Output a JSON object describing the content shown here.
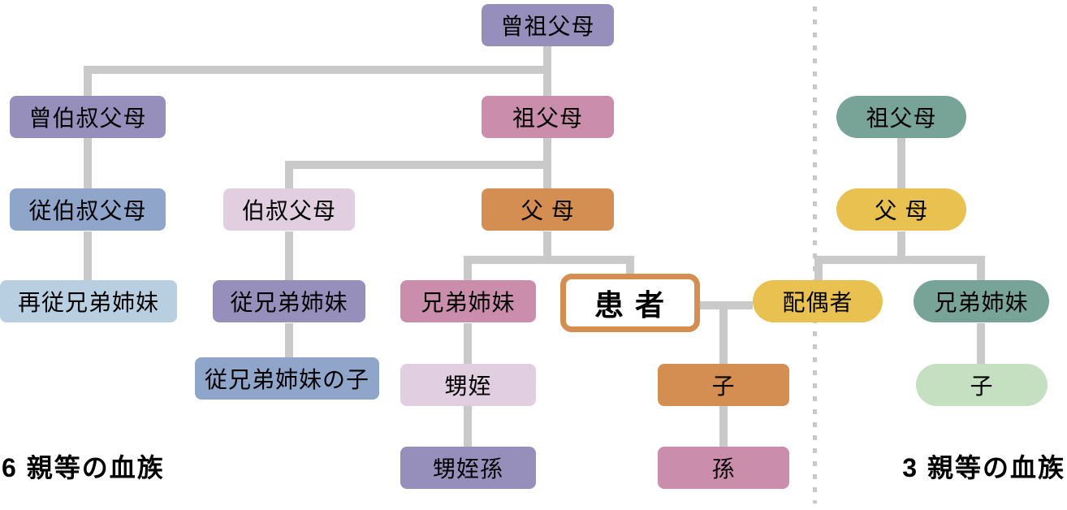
{
  "diagram": {
    "section_labels": {
      "left": "6 親等の血族",
      "right": "3 親等の血族"
    },
    "nodes": {
      "great_grandparents": {
        "label": "曾祖父母"
      },
      "great_granduncles_grandaunts": {
        "label": "曾伯叔父母"
      },
      "grandparents": {
        "label": "祖父母"
      },
      "parents_cousins": {
        "label": "従伯叔父母"
      },
      "uncles_aunts": {
        "label": "伯叔父母"
      },
      "parents": {
        "label": "父 母"
      },
      "second_cousins": {
        "label": "再従兄弟姉妹"
      },
      "cousins": {
        "label": "従兄弟姉妹"
      },
      "siblings": {
        "label": "兄弟姉妹"
      },
      "patient": {
        "label": "患 者"
      },
      "spouse": {
        "label": "配偶者"
      },
      "spouse_siblings": {
        "label": "兄弟姉妹"
      },
      "cousins_children": {
        "label": "従兄弟姉妹の子"
      },
      "nephews_nieces": {
        "label": "甥姪"
      },
      "children": {
        "label": "子"
      },
      "spouse_siblings_children": {
        "label": "子"
      },
      "grandnephews_grandnieces": {
        "label": "甥姪孫"
      },
      "grandchildren": {
        "label": "孫"
      },
      "spouse_grandparents": {
        "label": "祖父母"
      },
      "spouse_parents": {
        "label": "父 母"
      }
    },
    "colors": {
      "purple": "#968fbc",
      "pink": "#ca8dac",
      "blue_gray": "#8fa5ca",
      "light_blue": "#b7cfe0",
      "lavender": "#e1cee1",
      "orange": "#d48e51",
      "yellow": "#e9c150",
      "green": "#77a496",
      "light_green": "#c5dfc1",
      "connector_gray": "#c9c9c9",
      "patient_border": "#d48e51",
      "text": "#000000"
    }
  }
}
